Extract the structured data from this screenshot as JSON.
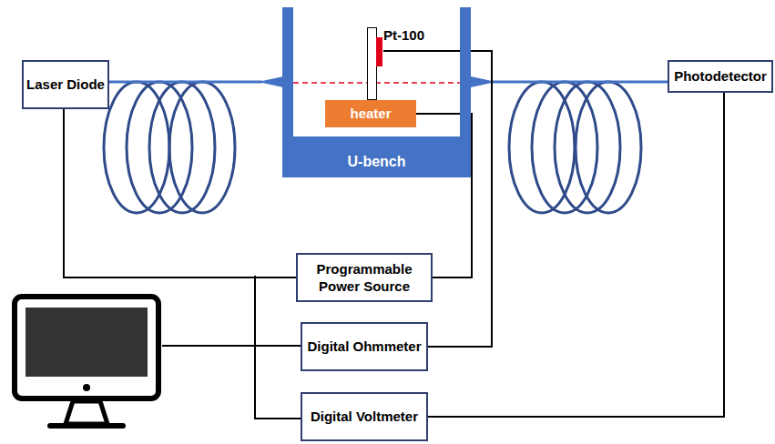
{
  "diagram": {
    "nodes": [
      {
        "text": [
          "Laser Diode"
        ]
      },
      {
        "text": [
          "U-bench"
        ]
      },
      {
        "text": [
          "Pt-100"
        ],
        "in": 1
      },
      {
        "text": [
          "heater"
        ],
        "in": 1
      },
      {
        "text": [
          "Photodetector"
        ]
      },
      {
        "text": [
          "Programmable Power Source"
        ]
      },
      {
        "text": [
          "Digital Ohmmeter"
        ]
      },
      {
        "text": [
          "Digital Voltmeter"
        ]
      }
    ],
    "edges": [
      {
        "from": 0,
        "to": 1,
        "arrow": "none"
      },
      {
        "from": 1,
        "to": 4,
        "arrow": "none"
      },
      {
        "from": 3,
        "to": 5,
        "arrow": "none"
      },
      {
        "from": 2,
        "to": 6,
        "arrow": "none"
      },
      {
        "from": 4,
        "to": 7,
        "arrow": "none"
      },
      {
        "from": 0,
        "to": 5,
        "arrow": "none"
      }
    ]
  }
}
